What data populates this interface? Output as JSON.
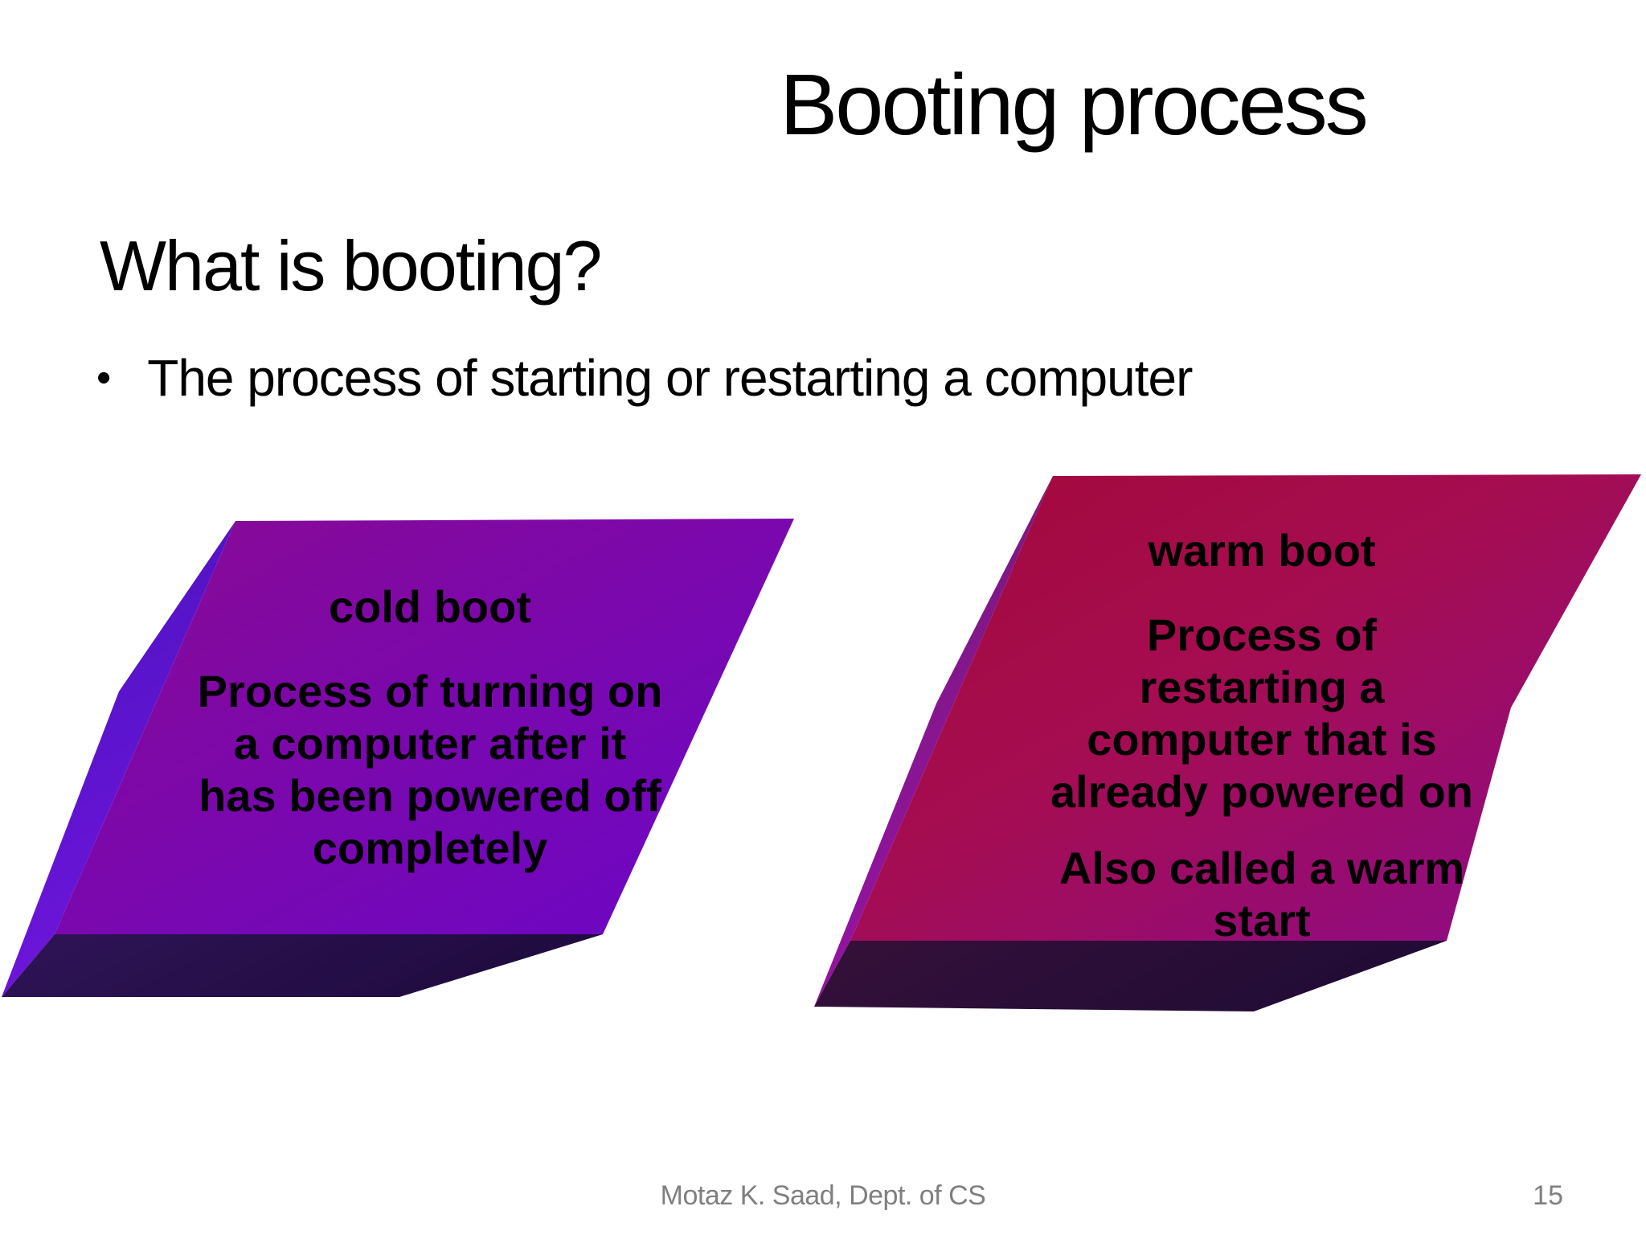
{
  "slide": {
    "title": "Booting process",
    "section_heading": "What is booting?",
    "bullet_glyph": "•",
    "bullet_text": "The process of starting or restarting a computer",
    "footer_text": "Motaz K. Saad, Dept. of CS",
    "page_number": "15"
  },
  "cold_boot": {
    "title": "cold boot",
    "line1": "Process of turning on",
    "line2": "a computer after it",
    "line3": "has been powered off",
    "line4": "completely"
  },
  "warm_boot": {
    "title": "warm boot",
    "line1": "Process of",
    "line2": "restarting a",
    "line3": "computer that is",
    "line4": "already powered on",
    "line5": "Also called a warm",
    "line6": "start"
  },
  "colors": {
    "text": "#000000",
    "footer_text": "#7f7f7f",
    "background": "#ffffff",
    "cold_face_a": "#8a0a92",
    "cold_face_b": "#7a08ae",
    "cold_face_c": "#6b06c7",
    "cold_strip_a": "#4813bc",
    "cold_strip_b": "#6f15dc",
    "cold_dark_a": "#2f1457",
    "cold_dark_b": "#1f0b3e",
    "warm_face_a": "#a30938",
    "warm_face_b": "#a50d52",
    "warm_face_c": "#8b0c8c",
    "warm_strip_a": "#701b72",
    "warm_strip_b": "#9812a6",
    "warm_dark_a": "#351039",
    "warm_dark_b": "#200c35"
  }
}
